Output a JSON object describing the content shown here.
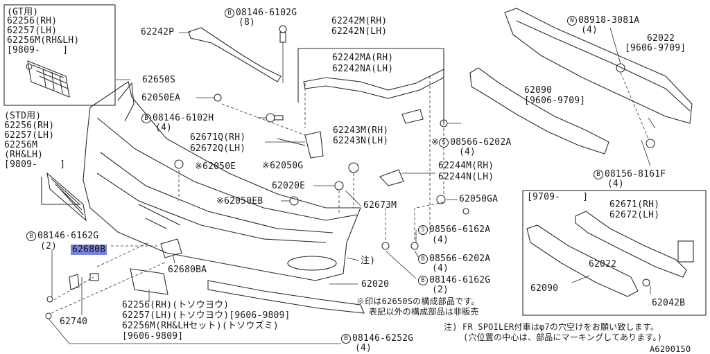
{
  "gt_box": {
    "lines": [
      "(GT用)",
      "62256(RH)",
      "62257(LH)",
      "62256M(RH&LH)",
      "[9809-    ]"
    ]
  },
  "std_box": {
    "lines": [
      "(STD用)",
      "62256(RH)",
      "62257(LH)",
      "62256M",
      "(RH&LH)",
      "[9809-    ]"
    ]
  },
  "bottom_right_box": {
    "date": "[9709-    ]",
    "l1": "62671(RH)",
    "l2": "62672(LH)",
    "l3": "62022",
    "l4": "62090",
    "l5": "62042B"
  },
  "callouts": {
    "c1_mark": "B",
    "c1": "08146-6102G",
    "c1q": "(8)",
    "c2": "62242M(RH)",
    "c3": "62242N(LH)",
    "c4": "62242P",
    "c5": "62242MA(RH)",
    "c6": "62242NA(LH)",
    "c7": "62650S",
    "c8": "62050EA",
    "c9_mark": "B",
    "c9": "08146-6102H",
    "c9q": "(4)",
    "c10": "62671Q(RH)",
    "c11": "62672Q(LH)",
    "c12": "62050E",
    "c13": "62050G",
    "c14": "62020E",
    "c15": "62050EB",
    "c16": "62673M",
    "c17": "62243M(RH)",
    "c18": "62243N(LH)",
    "c19_mark": "S",
    "c19": "08566-6202A",
    "c19q": "(4)",
    "c20": "62244M(RH)",
    "c21": "62244N(LH)",
    "c22": "62050GA",
    "c23_mark": "S",
    "c23": "08566-6162A",
    "c23q": "(4)",
    "c24_mark": "B",
    "c24": "08566-6202A",
    "c24q": "(4)",
    "c25_mark": "B",
    "c25": "08146-6162G",
    "c25q": "(2)",
    "c26": "62020",
    "c27": "注)",
    "c28_mark": "B",
    "c28": "08146-6162G",
    "c28q": "(2)",
    "c29": "62680B",
    "c30": "62680BA",
    "c31": "62740",
    "c32": "62256(RH)(トソウヨウ)",
    "c33": "62257(LH)(トソウヨウ)[9606-9809]",
    "c34": "62256M(RH&LHセット)(トソウズミ)",
    "c35": "[9606-9809]",
    "c36_mark": "B",
    "c36": "08146-6252G",
    "c36q": "(4)",
    "c37_mark": "N",
    "c37": "08918-3081A",
    "c37q": "(4)",
    "c38": "62022",
    "c39": "[9606-9709]",
    "c40": "62090",
    "c41": "[9606-9709]",
    "c42_mark": "B",
    "c42": "08156-8161F",
    "c42q": "(4)"
  },
  "notes": {
    "n1": "※印は62650Sの構成部品です。",
    "n2": "表記以外の構成部品は非販売",
    "n3": "注) FR SPOILER付車はφ7の穴空けをお願い致します。",
    "n4": "(穴位置の中心は、部品にマーキングしてあります。)",
    "fig": "A6200150"
  }
}
